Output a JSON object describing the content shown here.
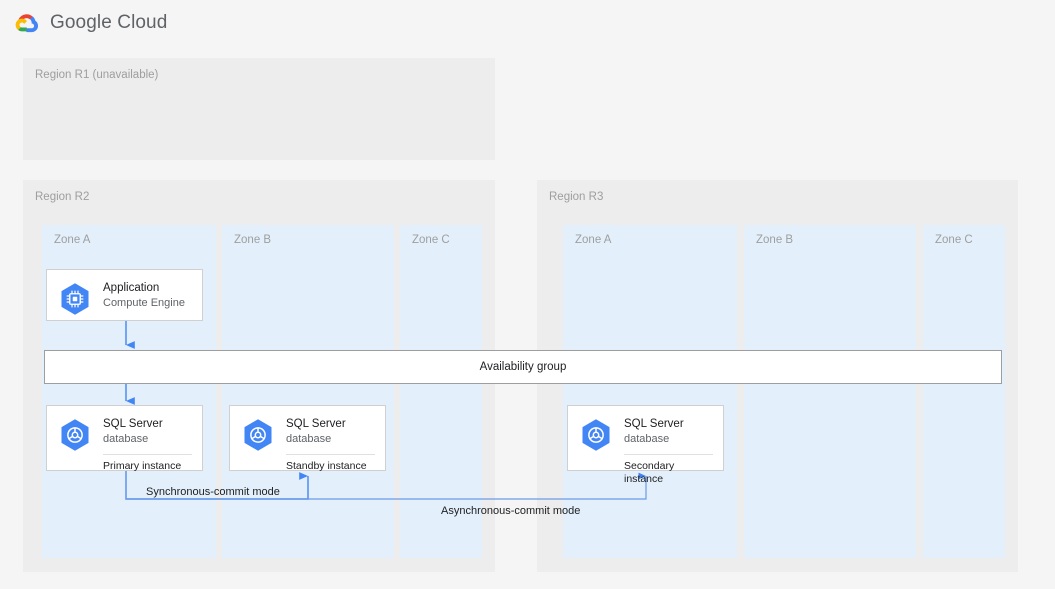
{
  "header": {
    "logo_icon": "google-cloud-logo",
    "wordmark": "Google Cloud"
  },
  "diagram": {
    "regions": [
      {
        "id": "r1",
        "label": "Region R1 (unavailable)",
        "zones": []
      },
      {
        "id": "r2",
        "label": "Region R2",
        "zones": [
          {
            "id": "r2-a",
            "label": "Zone A"
          },
          {
            "id": "r2-b",
            "label": "Zone B"
          },
          {
            "id": "r2-c",
            "label": "Zone C"
          }
        ]
      },
      {
        "id": "r3",
        "label": "Region R3",
        "zones": [
          {
            "id": "r3-a",
            "label": "Zone A"
          },
          {
            "id": "r3-b",
            "label": "Zone B"
          },
          {
            "id": "r3-c",
            "label": "Zone C"
          }
        ]
      }
    ],
    "nodes": [
      {
        "id": "application",
        "icon": "compute-engine-icon",
        "title": "Application",
        "subtitle": "Compute Engine",
        "footer": ""
      },
      {
        "id": "db-primary",
        "icon": "sql-server-database-icon",
        "title": "SQL Server",
        "subtitle": "database",
        "footer": "Primary instance"
      },
      {
        "id": "db-standby",
        "icon": "sql-server-database-icon",
        "title": "SQL Server",
        "subtitle": "database",
        "footer": "Standby instance"
      },
      {
        "id": "db-secondary",
        "icon": "sql-server-database-icon",
        "title": "SQL Server",
        "subtitle": "database",
        "footer": "Secondary instance"
      }
    ],
    "availability_group": {
      "label": "Availability group"
    },
    "edge_labels": {
      "synchronous": "Synchronous-commit mode",
      "asynchronous": "Asynchronous-commit mode"
    },
    "colors": {
      "page_background": "#f5f5f5",
      "region_background": "#ededed",
      "zone_background": "#e3f0fb",
      "node_background": "#ffffff",
      "node_border": "#d0d0d0",
      "connector": "#4285f4",
      "label_muted": "#9e9e9e",
      "text_primary": "#202124",
      "google_blue": "#4285f4",
      "google_red": "#ea4335",
      "google_yellow": "#fbbc04",
      "google_green": "#34a853"
    }
  }
}
